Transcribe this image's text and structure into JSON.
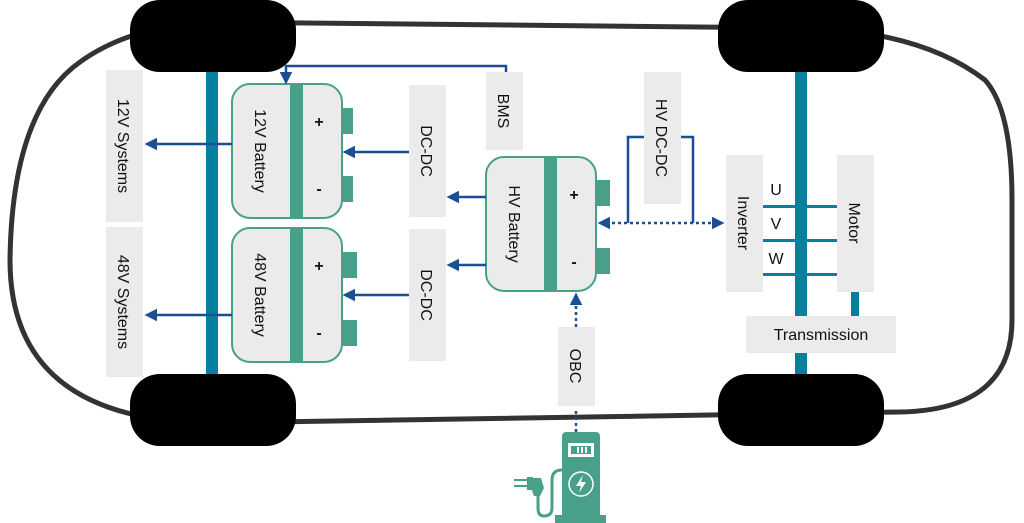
{
  "title": "Electric vehicle power distribution architecture",
  "colors": {
    "body_outline": "#333333",
    "wheel": "#000000",
    "axle": "#05809f",
    "battery_fill": "#ebebeb",
    "battery_border": "#48a08a",
    "battery_separator": "#48a08a",
    "terminal": "#48a08a",
    "box_fill": "#ebebeb",
    "arrow": "#1a4f96",
    "phase_line": "#05809f",
    "charger": "#48a08a"
  },
  "components": {
    "systems_12v": "12V Systems",
    "systems_48v": "48V Systems",
    "battery_12v": "12V Battery",
    "battery_48v": "48V Battery",
    "dcdc_top": "DC-DC",
    "dcdc_bottom": "DC-DC",
    "bms": "BMS",
    "hv_battery": "HV Battery",
    "hv_dcdc": "HV DC-DC",
    "inverter": "Inverter",
    "motor": "Motor",
    "transmission": "Transmission",
    "obc": "OBC"
  },
  "terminals": {
    "positive": "+",
    "negative": "-"
  },
  "phases": [
    "U",
    "V",
    "W"
  ],
  "icons": {
    "charging_station": "ev-charging-station-icon",
    "charge_plug": "charge-plug-icon",
    "lightning": "lightning-bolt-icon",
    "battery_level": "battery-level-icon"
  }
}
